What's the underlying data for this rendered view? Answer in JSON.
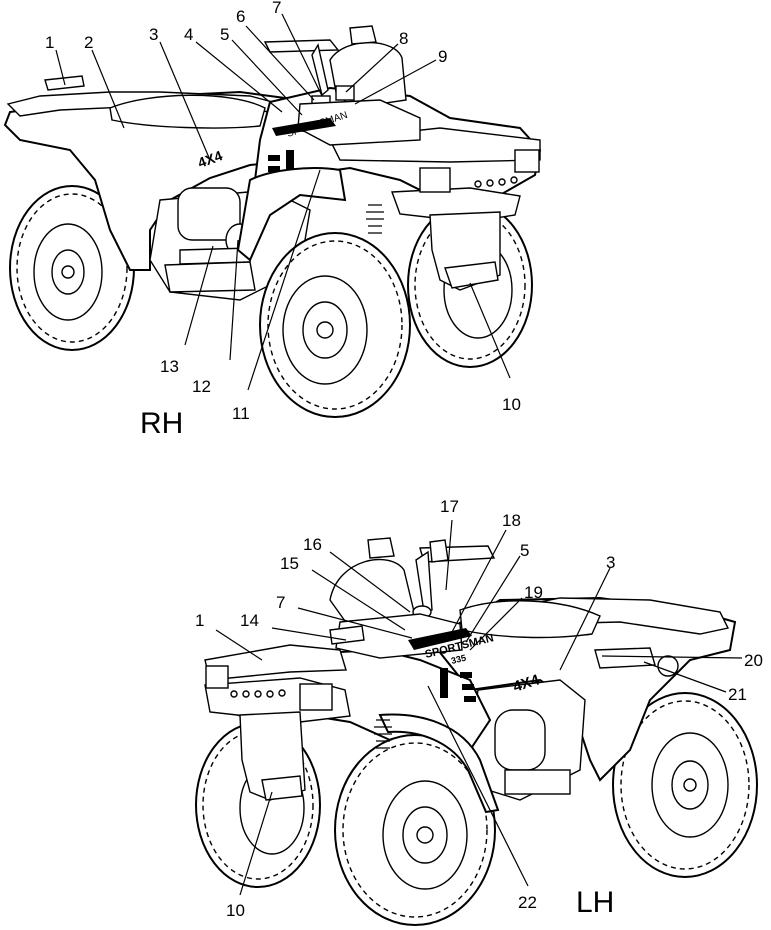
{
  "views": {
    "rh": {
      "label": "RH",
      "callouts": [
        "1",
        "2",
        "3",
        "4",
        "5",
        "6",
        "7",
        "8",
        "9",
        "10",
        "11",
        "12",
        "13"
      ],
      "decal_text": {
        "model": "SPORTSMAN",
        "badge": "4X4"
      }
    },
    "lh": {
      "label": "LH",
      "callouts": [
        "17",
        "18",
        "16",
        "15",
        "5",
        "19",
        "3",
        "1",
        "14",
        "7",
        "20",
        "21",
        "10",
        "22"
      ],
      "decal_text": {
        "model": "SPORTSMAN",
        "cc": "335",
        "badge": "4X4"
      }
    }
  },
  "style": {
    "line_color": "#000000",
    "background": "#ffffff"
  }
}
